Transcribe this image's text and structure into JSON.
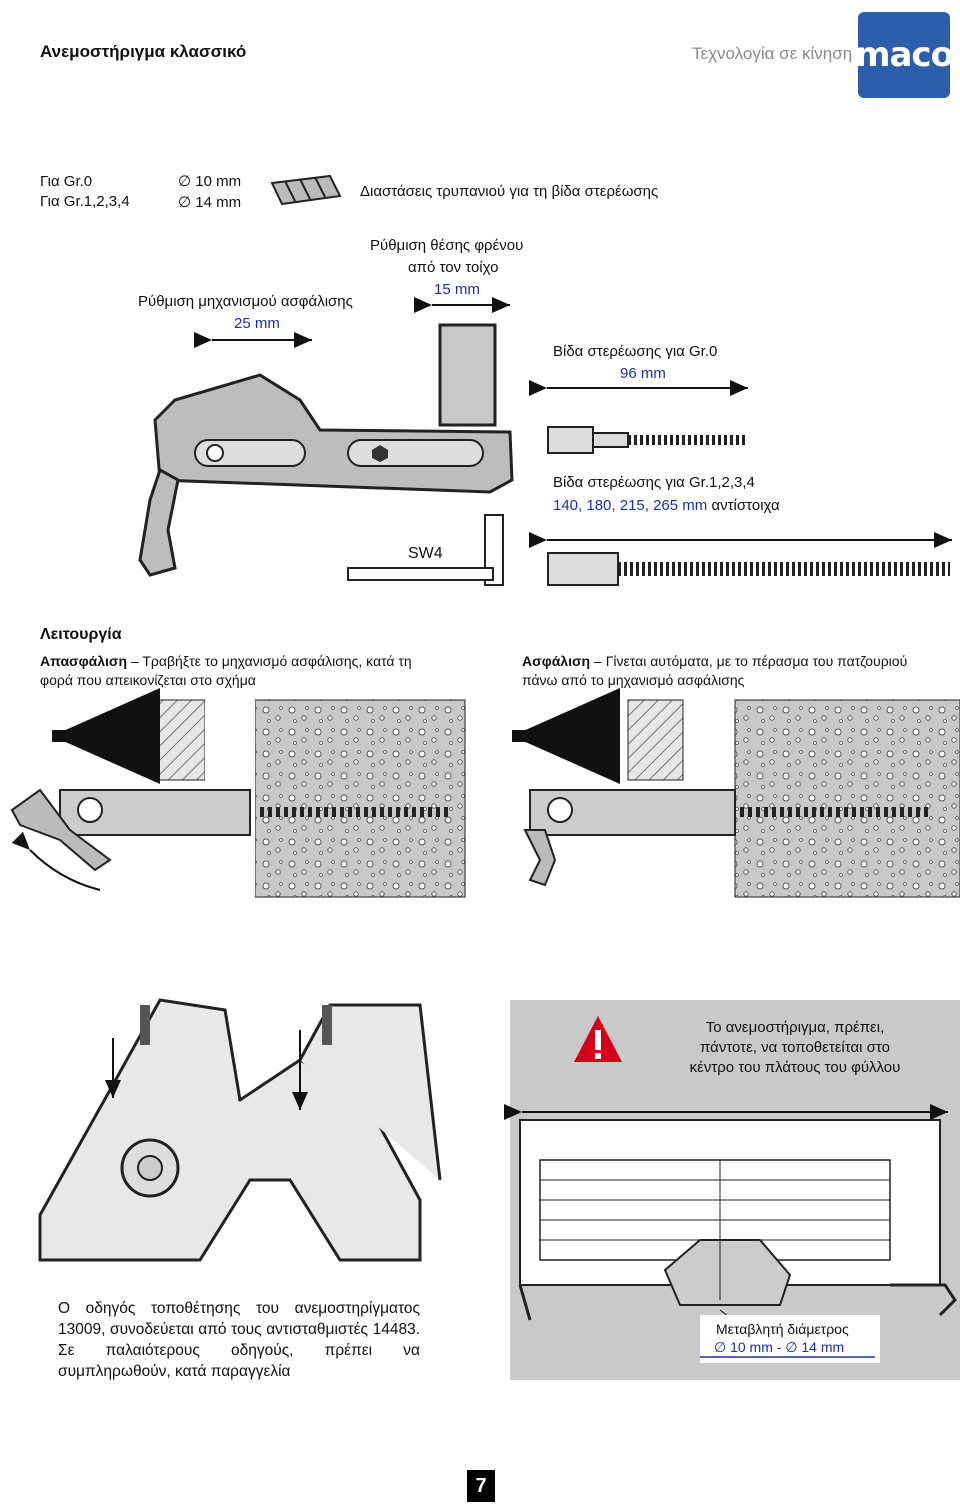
{
  "header": {
    "title": "Ανεμοστήριγμα κλασσικό",
    "slogan": "Τεχνολογία σε κίνηση",
    "logo_text": "maco"
  },
  "drill": {
    "gr0_label": "Για Gr.0",
    "gr1234_label": "Για Gr.1,2,3,4",
    "gr0_size": "∅ 10 mm",
    "gr1234_size": "∅ 14 mm",
    "caption": "Διαστάσεις τρυπανιού για τη βίδα στερέωσης"
  },
  "adjust": {
    "brake_line1": "Ρύθμιση θέσης φρένου",
    "brake_line2": "από τον τοίχο",
    "brake_value": "15 mm",
    "lock_label": "Ρύθμιση μηχανισμού ασφάλισης",
    "lock_value": "25 mm"
  },
  "screws": {
    "gr0_label": "Βίδα στερέωσης για Gr.0",
    "gr0_value": "96 mm",
    "gr1234_label": "Βίδα στερέωσης για Gr.1,2,3,4",
    "gr1234_value": "140, 180, 215, 265 mm",
    "gr1234_suffix": "αντίστοιχα",
    "key_label": "SW4"
  },
  "operation": {
    "heading": "Λειτουργία",
    "unlock_term": "Απασφάλιση",
    "unlock_text": "Τραβήξτε το μηχανισμό ασφάλισης, κατά τη",
    "unlock_text2": "φορά που απεικονίζεται στο σχήμα",
    "lock_term": "Ασφάλιση",
    "lock_text": "Γίνεται αυτόματα, με το πέρασμα του πατζουριού",
    "lock_text2": "πάνω από το μηχανισμό ασφάλισης"
  },
  "warning": {
    "line1": "Το ανεμοστήριγμα, πρέπει,",
    "line2": "πάντοτε, να τοποθετείται στο",
    "line3": "κέντρο του πλάτους του φύλλου"
  },
  "diameter": {
    "label": "Μεταβλητή διάμετρος",
    "value": "∅ 10 mm - ∅ 14 mm"
  },
  "guide_note": "Ο οδηγός τοποθέτησης του ανεμοστηρίγματος 13009, συνοδεύεται από τους αντισταθμιστές 14483. Σε παλαιότερους οδηγούς, πρέπει να συμπληρωθούν, κατά παραγγελία",
  "page_number": "7",
  "colors": {
    "accent_blue": "#1b2fa8",
    "logo_blue": "#2b5fab",
    "warning_red": "#d4001a"
  }
}
